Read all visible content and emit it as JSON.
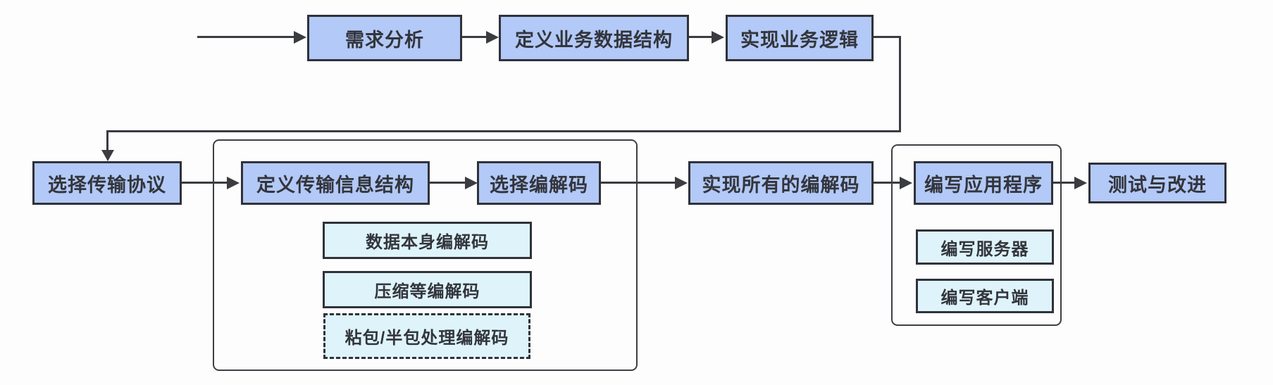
{
  "diagram": {
    "background_color": "#fdfdfd",
    "node_fill_color": "#b3c9f7",
    "subnode_fill_color": "#def4fa",
    "node_border_color": "#30323a",
    "connector_color": "#3a3c41",
    "text_color": "#33353c",
    "nodes": {
      "requirements_analysis": "需求分析",
      "define_business_data_structure": "定义业务数据结构",
      "implement_business_logic": "实现业务逻辑",
      "select_transport_protocol": "选择传输协议",
      "define_transport_message_structure": "定义传输信息结构",
      "select_codec": "选择编解码",
      "data_codec": "数据本身编解码",
      "compression_codec": "压缩等编解码",
      "packet_split_codec": "粘包/半包处理编解码",
      "implement_all_codecs": "实现所有的编解码",
      "write_application": "编写应用程序",
      "write_server": "编写服务器",
      "write_client": "编写客户端",
      "test_and_improve": "测试与改进"
    },
    "edges": [
      {
        "from": "start",
        "to": "requirements_analysis"
      },
      {
        "from": "requirements_analysis",
        "to": "define_business_data_structure"
      },
      {
        "from": "define_business_data_structure",
        "to": "implement_business_logic"
      },
      {
        "from": "implement_business_logic",
        "to": "select_transport_protocol"
      },
      {
        "from": "select_transport_protocol",
        "to": "define_transport_message_structure"
      },
      {
        "from": "define_transport_message_structure",
        "to": "select_codec"
      },
      {
        "from": "select_codec",
        "to": "implement_all_codecs"
      },
      {
        "from": "implement_all_codecs",
        "to": "write_application"
      },
      {
        "from": "write_application",
        "to": "test_and_improve"
      }
    ]
  }
}
